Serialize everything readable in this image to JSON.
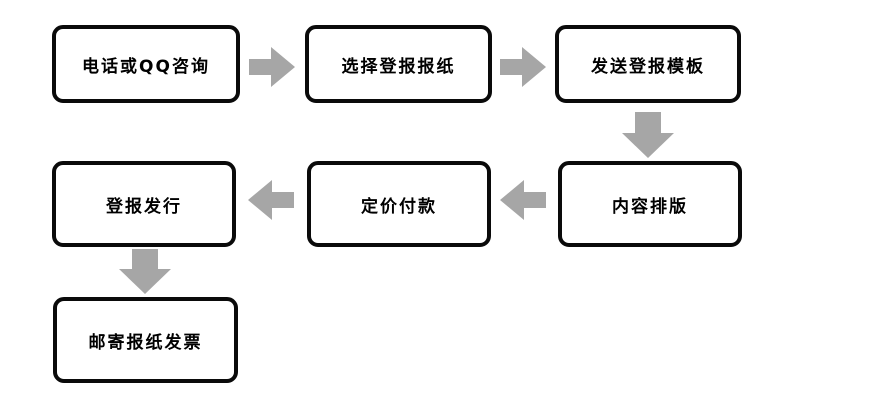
{
  "diagram": {
    "type": "flowchart",
    "background_color": "#ffffff",
    "node_border_color": "#0a0a0a",
    "node_fill_color": "#ffffff",
    "node_text_color": "#000000",
    "arrow_color": "#a6a6a6",
    "nodes": {
      "step1": {
        "label": "电话或QQ咨询"
      },
      "step2": {
        "label": "选择登报报纸"
      },
      "step3": {
        "label": "发送登报模板"
      },
      "step4": {
        "label": "内容排版"
      },
      "step5": {
        "label": "定价付款"
      },
      "step6": {
        "label": "登报发行"
      },
      "step7": {
        "label": "邮寄报纸发票"
      }
    },
    "flow": [
      {
        "from": "电话或QQ咨询",
        "to": "选择登报报纸",
        "direction": "right"
      },
      {
        "from": "选择登报报纸",
        "to": "发送登报模板",
        "direction": "right"
      },
      {
        "from": "发送登报模板",
        "to": "内容排版",
        "direction": "down"
      },
      {
        "from": "内容排版",
        "to": "定价付款",
        "direction": "left"
      },
      {
        "from": "定价付款",
        "to": "登报发行",
        "direction": "left"
      },
      {
        "from": "登报发行",
        "to": "邮寄报纸发票",
        "direction": "down"
      }
    ]
  }
}
